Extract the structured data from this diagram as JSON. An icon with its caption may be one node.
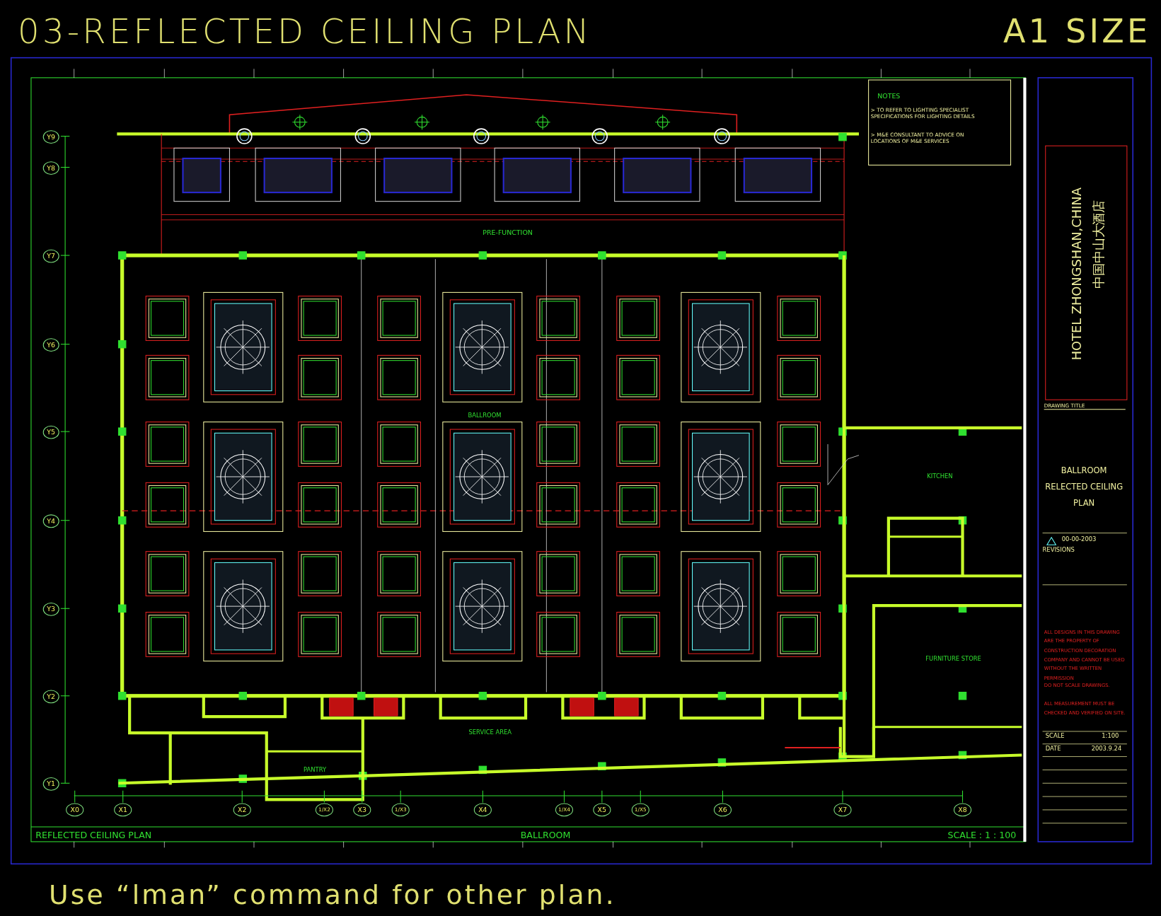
{
  "diagram": {
    "title": "03-REFLECTED CEILING PLAN",
    "caption": "Use “lman” command for other plan.",
    "labels": [
      "A1 SIZE",
      "NOTES",
      "> TO REFER TO LIGHTING SPECIALIST SPECIFICATIONS FOR LIGHTING DETAILS",
      "> M&E CONSULTANT TO ADVICE ON LOCATIONS OF M&E SERVICES",
      "HOTEL ZHONGSHAN,CHINA",
      "中国中山大酒店",
      "DRAWING TITLE",
      "BALLROOM RELECTED CEILING PLAN",
      "REVISIONS",
      "00-00-2003",
      "ALL DESIGNS IN THIS DRAWING ARE THE PROPERTY OF CONSTRUCTION DECORATION COMPANY AND CANNOT BE USED WITHOUT THE WRITTEN PERMISSION",
      "DO NOT SCALE DRAWINGS.",
      "ALL MEASUREMENT MUST BE CHECKED AND VERIFIED ON SITE.",
      "SCALE",
      "1:100",
      "DATE",
      "2003.9.24",
      "PRE-FUNCTION",
      "BALLROOM",
      "KITCHEN",
      "FURNITURE STORE",
      "SERVICE AREA",
      "PANTRY",
      "Y9",
      "Y8",
      "Y7",
      "Y6",
      "Y5",
      "Y4",
      "Y3",
      "Y2",
      "Y1",
      "X0",
      "X1",
      "X2",
      "1/X2",
      "X3",
      "1/X3",
      "X4",
      "1/X4",
      "X5",
      "1/X5",
      "X6",
      "X7",
      "X8",
      "REFLECTED CEILING PLAN",
      "BALLROOM",
      "SCALE : 1 : 100"
    ]
  }
}
